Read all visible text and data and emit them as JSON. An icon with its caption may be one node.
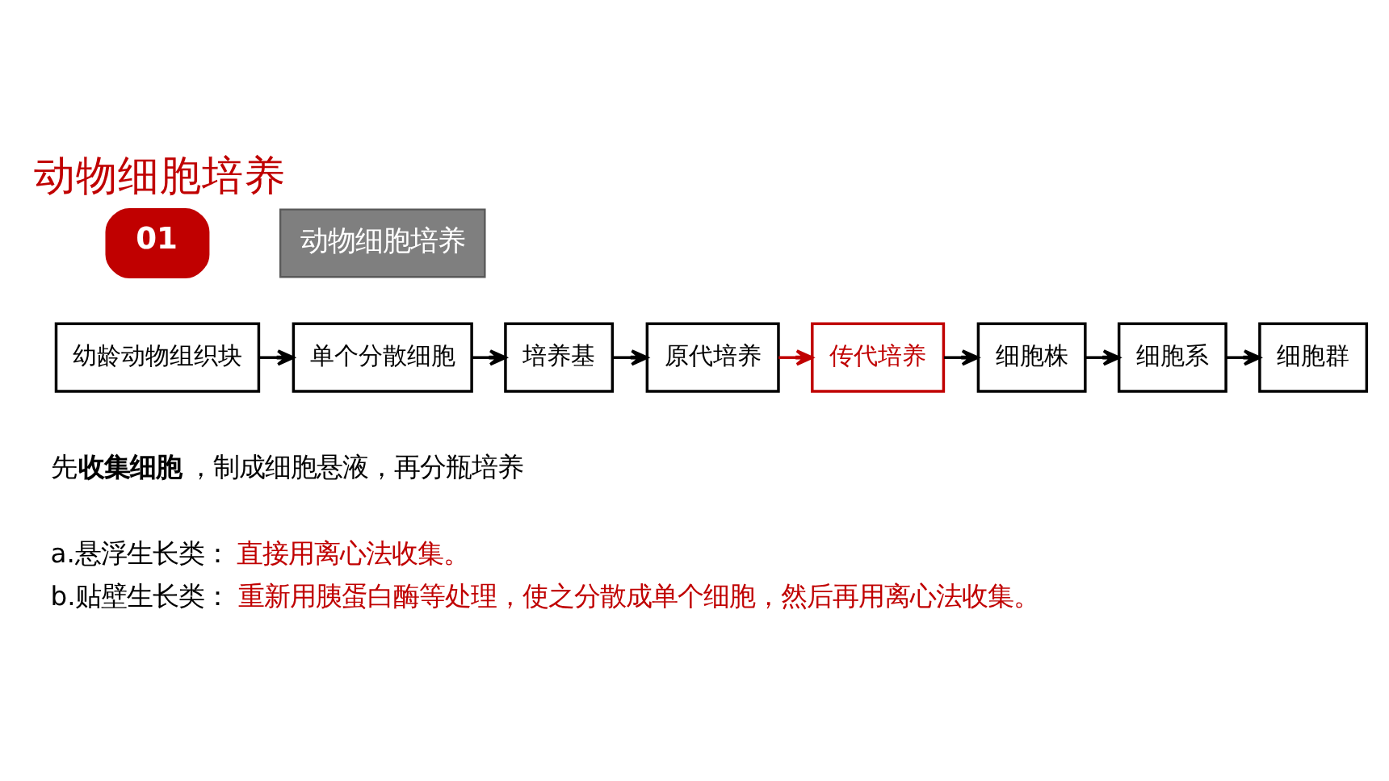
{
  "diagram": {
    "title": "动物细胞培养",
    "nodes": [
      {
        "text": [
          "动物细胞培养"
        ]
      },
      {
        "text": [
          "幼龄动物组织块"
        ]
      },
      {
        "text": [
          "单个分散细胞"
        ]
      },
      {
        "text": [
          "培养基"
        ]
      },
      {
        "text": [
          "原代培养"
        ]
      },
      {
        "text": [
          "传代培养"
        ]
      },
      {
        "text": [
          "细胞株"
        ]
      },
      {
        "text": [
          "细胞系"
        ]
      },
      {
        "text": [
          "细胞群"
        ]
      }
    ],
    "edges": [
      {
        "from": 1,
        "to": 2,
        "arrow": "to"
      },
      {
        "from": 2,
        "to": 3,
        "arrow": "to"
      },
      {
        "from": 3,
        "to": 4,
        "arrow": "to"
      },
      {
        "from": 4,
        "to": 5,
        "arrow": "to",
        "color": "#c00000"
      },
      {
        "from": 5,
        "to": 6,
        "arrow": "to"
      },
      {
        "from": 6,
        "to": 7,
        "arrow": "to"
      },
      {
        "from": 7,
        "to": 8,
        "arrow": "to"
      }
    ],
    "labels": [
      "01",
      "先**收集细胞**，制成细胞悬液，再分瓶培养",
      "a.悬浮生长类：",
      "直接用离心法收集。",
      "b.贴壁生长类：",
      "重新用胰蛋白酶等处理，使之分散成单个细胞，然后再用离心法收集。"
    ]
  }
}
